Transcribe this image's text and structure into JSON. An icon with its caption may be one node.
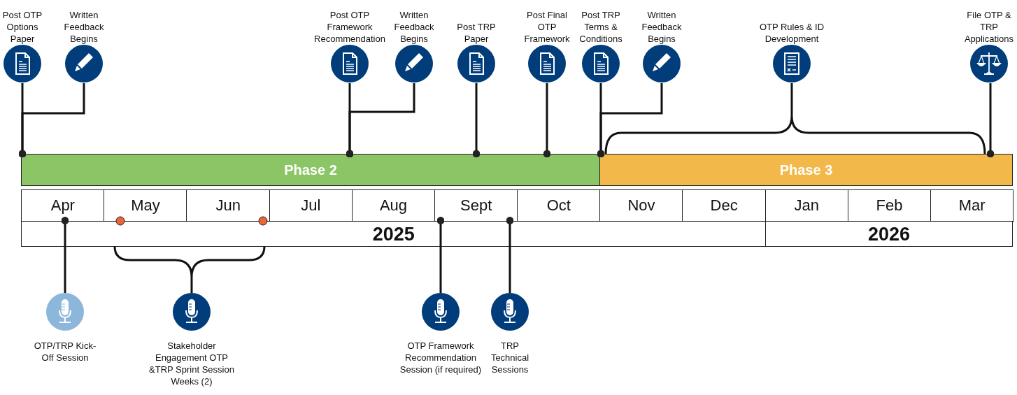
{
  "diagram": {
    "nodes": [
      {
        "text": [
          "Post OTP Options Paper"
        ]
      },
      {
        "text": [
          "Written Feedback Begins"
        ]
      },
      {
        "text": [
          "Post OTP Framework Recommendation"
        ]
      },
      {
        "text": [
          "Written Feedback Begins"
        ]
      },
      {
        "text": [
          "Post TRP Paper"
        ]
      },
      {
        "text": [
          "Post Final OTP Framework"
        ]
      },
      {
        "text": [
          "Post TRP Terms & Conditions"
        ]
      },
      {
        "text": [
          "Written Feedback Begins"
        ]
      },
      {
        "text": [
          "OTP Rules & ID Development"
        ]
      },
      {
        "text": [
          "File OTP & TRP Applications"
        ]
      },
      {
        "text": [
          "Phase 2"
        ]
      },
      {
        "text": [
          "Phase 3"
        ]
      },
      {
        "text": [
          "Apr"
        ]
      },
      {
        "text": [
          "May"
        ]
      },
      {
        "text": [
          "Jun"
        ]
      },
      {
        "text": [
          "Jul"
        ]
      },
      {
        "text": [
          "Aug"
        ]
      },
      {
        "text": [
          "Sept"
        ]
      },
      {
        "text": [
          "Oct"
        ]
      },
      {
        "text": [
          "Nov"
        ]
      },
      {
        "text": [
          "Dec"
        ]
      },
      {
        "text": [
          "Jan"
        ]
      },
      {
        "text": [
          "Feb"
        ]
      },
      {
        "text": [
          "Mar"
        ]
      },
      {
        "text": [
          "2025"
        ]
      },
      {
        "text": [
          "2026"
        ]
      },
      {
        "text": [
          "OTP/TRP Kick-Off Session"
        ]
      },
      {
        "text": [
          "Stakeholder Engagement OTP &TRP Sprint Session Weeks (2)"
        ]
      },
      {
        "text": [
          "OTP Framework Recommendation Session (if required)"
        ]
      },
      {
        "text": [
          "TRP Technical Sessions"
        ]
      }
    ],
    "edges": [
      {
        "from": 0,
        "to": 10,
        "arrow": "other"
      },
      {
        "from": 1,
        "to": 10,
        "arrow": "other"
      },
      {
        "from": 2,
        "to": 10,
        "arrow": "other"
      },
      {
        "from": 3,
        "to": 10,
        "arrow": "other"
      },
      {
        "from": 4,
        "to": 10,
        "arrow": "other"
      },
      {
        "from": 5,
        "to": 10,
        "arrow": "other"
      },
      {
        "from": 6,
        "to": 10,
        "arrow": "other"
      },
      {
        "from": 7,
        "to": 10,
        "arrow": "other"
      },
      {
        "from": 8,
        "to": 11,
        "arrow": "none"
      },
      {
        "from": 9,
        "to": 11,
        "arrow": "other"
      },
      {
        "from": 26,
        "to": 24,
        "arrow": "other"
      },
      {
        "from": 27,
        "to": 24,
        "arrow": "none"
      },
      {
        "from": 28,
        "to": 24,
        "arrow": "other"
      },
      {
        "from": 29,
        "to": 24,
        "arrow": "other"
      }
    ]
  }
}
